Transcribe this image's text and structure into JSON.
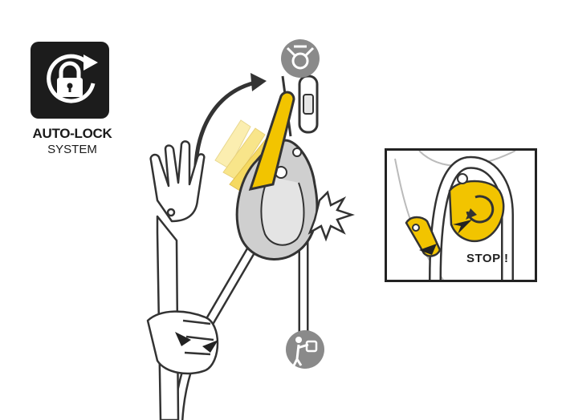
{
  "badge": {
    "title": "AUTO-LOCK",
    "subtitle": "SYSTEM",
    "icon": "rotating-padlock-icon"
  },
  "inset": {
    "stop_label": "STOP !"
  },
  "icons": {
    "top": "anchor-point-icon",
    "bottom": "load-person-icon"
  },
  "colors": {
    "yellow": "#f2c400",
    "badge_bg": "#1c1c1c",
    "device_grey": "#c8c8c8",
    "icon_grey": "#8a8a8a"
  }
}
